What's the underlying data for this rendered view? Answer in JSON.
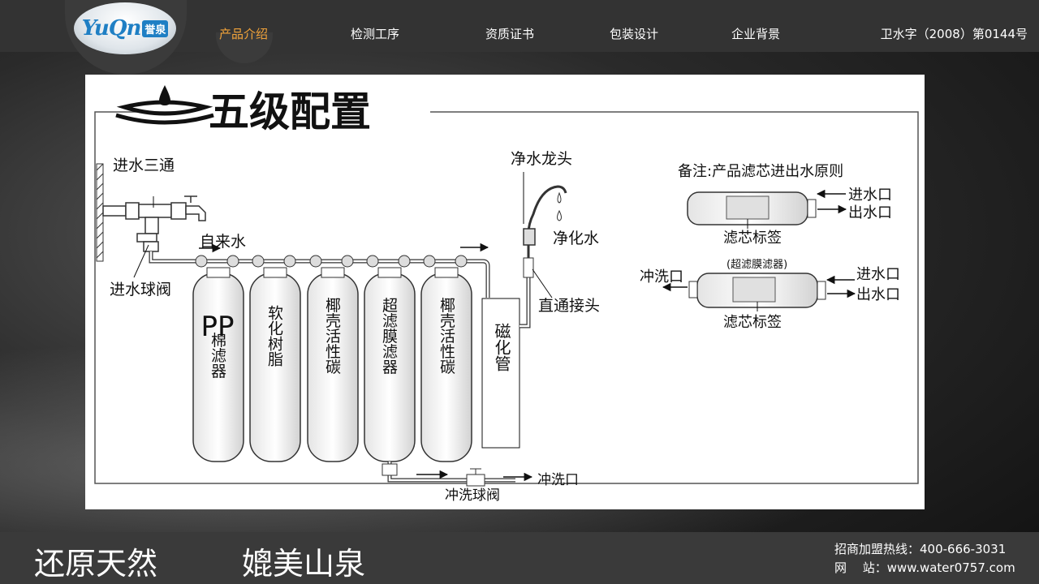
{
  "header": {
    "logo": {
      "brand_en": "YuQn",
      "brand_cn": "誉泉"
    },
    "nav": [
      {
        "label": "产品介绍",
        "active": true
      },
      {
        "label": "检测工序",
        "active": false
      },
      {
        "label": "资质证书",
        "active": false
      },
      {
        "label": "包装设计",
        "active": false
      },
      {
        "label": "企业背景",
        "active": false
      }
    ],
    "license": "卫水字（2008）第0144号"
  },
  "diagram": {
    "title": "五级配置",
    "inlet_tee": "进水三通",
    "tap_water": "自来水",
    "inlet_valve": "进水球阀",
    "faucet": "净水龙头",
    "purified_water": "净化水",
    "straight_connector": "直通接头",
    "flush_valve": "冲洗球阀",
    "flush_outlet": "冲洗口",
    "filters": [
      {
        "line1": "PP",
        "line2": "棉滤器"
      },
      {
        "line1": "",
        "line2": "软化树脂"
      },
      {
        "line1": "",
        "line2": "椰壳活性碳"
      },
      {
        "line1": "",
        "line2": "超滤膜滤器"
      },
      {
        "line1": "",
        "line2": "椰壳活性碳"
      }
    ],
    "magnetizer": "磁化管",
    "note": {
      "title": "备注:产品滤芯进出水原则",
      "inlet": "进水口",
      "outlet": "出水口",
      "label": "滤芯标签",
      "uf_name": "(超滤膜滤器)",
      "flush": "冲洗口"
    }
  },
  "footer": {
    "slogan_1": "还原天然",
    "slogan_2": "媲美山泉",
    "hotline": "招商加盟热线：400-666-3031",
    "website": "网　 站：www.water0757.com"
  },
  "colors": {
    "nav_active": "#f1a33a",
    "header_bg": "#333333",
    "logo_blue": "#1f7fc4"
  }
}
